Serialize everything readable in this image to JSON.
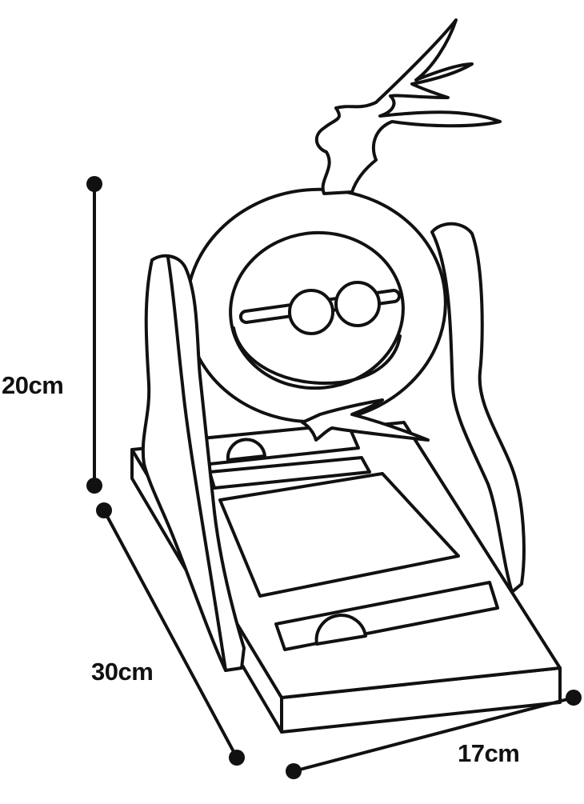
{
  "dimensions": {
    "height": "20cm",
    "depth": "30cm",
    "width": "17cm"
  },
  "colors": {
    "line": "#111111",
    "background": "#ffffff"
  }
}
